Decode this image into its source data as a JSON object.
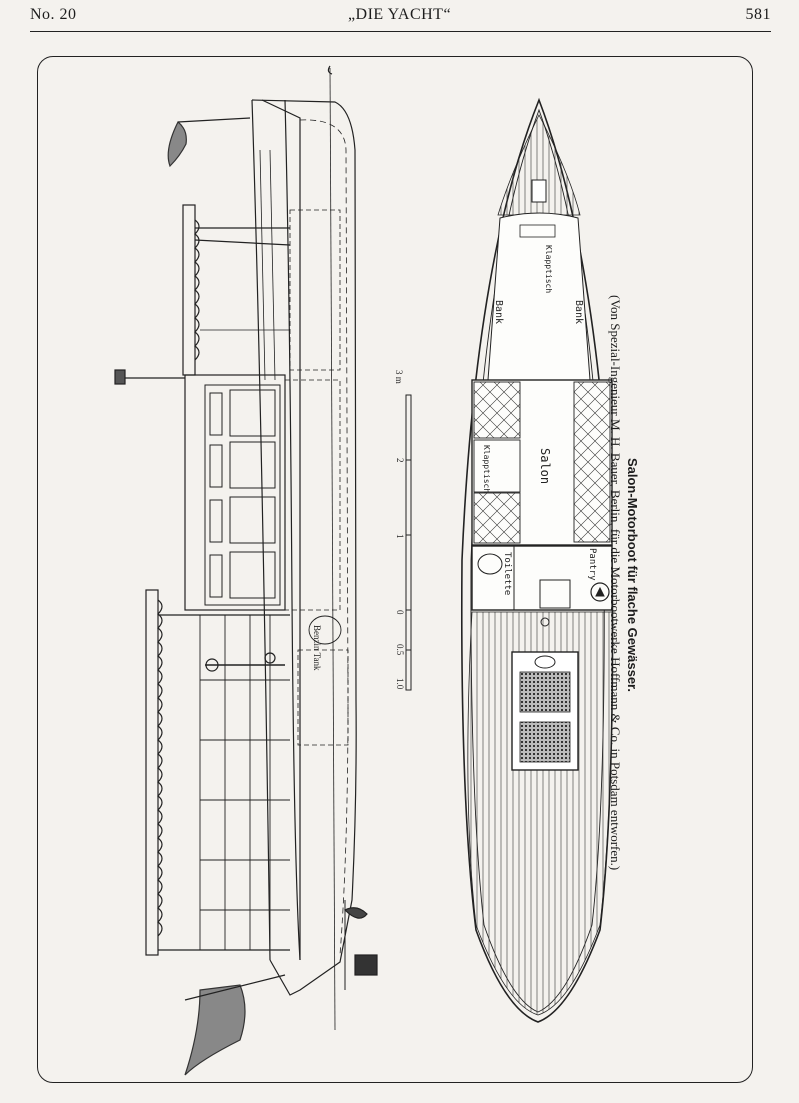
{
  "header": {
    "left": "No. 20",
    "center": "„DIE YACHT“",
    "right": "581"
  },
  "caption": {
    "title": "Salon-Motorboot für flache Gewässer.",
    "subtitle": "(Von Spezial-Ingenieur M. H. Bauer, Berlin, für die Motorbootwerke Hoffmann & Co. in Potsdam entworfen.)"
  },
  "plan_labels": {
    "bank_left": "Bank",
    "bank_right": "Bank",
    "klapptisch_top": "Klapptisch",
    "klapptisch_salon": "Klapptisch",
    "salon": "Salon",
    "toilette": "Toilette",
    "pantry": "Pantry"
  },
  "profile_labels": {
    "benzintank": "Benzin Tank"
  },
  "scale": {
    "unit_label": "3 m",
    "ticks": [
      "2",
      "1",
      "0",
      "0.5",
      "1.0"
    ]
  }
}
